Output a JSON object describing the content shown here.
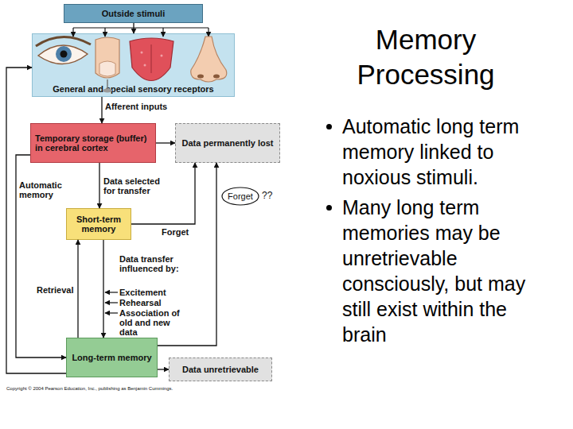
{
  "diagram": {
    "title": "Memory Processing",
    "nodes": [
      {
        "text": [
          "Outside stimuli"
        ]
      },
      {
        "text": [
          "General and special sensory receptors"
        ]
      },
      {
        "text": [
          "Temporary storage (buffer) in cerebral cortex"
        ]
      },
      {
        "text": [
          "Data permanently lost"
        ]
      },
      {
        "text": [
          "Forget"
        ]
      },
      {
        "text": [
          "Short-term memory"
        ]
      },
      {
        "text": [
          "Long-term memory"
        ]
      },
      {
        "text": [
          "Data unretrievable"
        ]
      }
    ],
    "edges": [
      {
        "from": 0,
        "to": 1,
        "arrow": "to"
      },
      {
        "from": 1,
        "to": 2,
        "label": "Afferent inputs",
        "arrow": "to"
      },
      {
        "from": 2,
        "to": 3,
        "arrow": "to"
      },
      {
        "from": 2,
        "to": 5,
        "label": "Data selected for transfer",
        "arrow": "to"
      },
      {
        "from": 2,
        "to": 6,
        "label": "Automatic memory",
        "arrow": "to"
      },
      {
        "from": 5,
        "to": 3,
        "label": "Forget",
        "arrow": "to"
      },
      {
        "from": 5,
        "to": 6,
        "arrow": "to"
      },
      {
        "from": 6,
        "to": 5,
        "label": "Retrieval",
        "arrow": "to"
      },
      {
        "from": 6,
        "to": 7,
        "arrow": "to"
      },
      {
        "from": 6,
        "to": 3,
        "arrow": "to"
      },
      {
        "from": 6,
        "to": 1,
        "arrow": "to"
      }
    ],
    "labels": [
      "??",
      "Data transfer influenced by:",
      "Excitement",
      "Rehearsal",
      "Association of old and new data",
      "Copyright © 2004 Pearson Education, Inc., publishing as Benjamin Cummings.",
      "Automatic long term memory linked to noxious stimuli.",
      "Many long term memories may be unretrievable consciously, but may still exist within the brain"
    ]
  }
}
